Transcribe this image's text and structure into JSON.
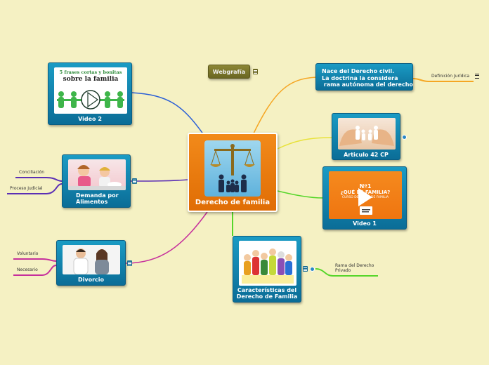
{
  "center": {
    "title": "Derecho de familia"
  },
  "webgrafia": {
    "label": "Webgrafía"
  },
  "nodes": {
    "video2": {
      "label": "Video 2",
      "thumb_title": "5 frases cortas y bonitas",
      "thumb_subtitle": "sobre la familia"
    },
    "demanda": {
      "label": "Demanda por Alimentos"
    },
    "divorcio": {
      "label": "Divorcio"
    },
    "nace": {
      "line1": "Nace del Derecho civil.",
      "line2": "La doctrina la considera",
      "line3": " rama autónoma del derecho"
    },
    "articulo": {
      "label": "Articulo 42 CP"
    },
    "video1": {
      "label": "Video 1",
      "thumb_line1": "Nº1",
      "thumb_line2": "¿QUÉ ES FAMILIA?",
      "thumb_line3": "CURSO DERECHO DE FAMILIA"
    },
    "caracteristicas": {
      "label": "Características del Derecho de Familia"
    }
  },
  "subtopics": {
    "definicion": "Definición Jurídica",
    "conciliacion": "Conciliación",
    "proceso": "Proceso Judicial",
    "voluntario": "Voluntario",
    "necesario": "Necesario",
    "rama": "Rama del Derecho Privado"
  },
  "colors": {
    "background": "#f5f1c3",
    "center": "#e8780c",
    "node": "#0f82ad",
    "link_blue": "#2a5fd6",
    "link_purple": "#5b2fb5",
    "link_magenta": "#c62f9c",
    "link_orange": "#f5a623",
    "link_yellow": "#e8e23a",
    "link_green": "#56d62a",
    "webgrafia": "#7e7a2c"
  }
}
